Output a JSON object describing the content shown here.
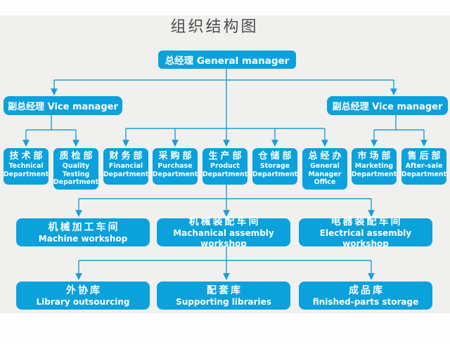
{
  "title": "组织结构图",
  "colors": {
    "node_fill": "#0ba1dc",
    "connector": "#1b9dd9",
    "title_text": "#4d4d4d",
    "node_text": "#ffffff",
    "background": "#f0f0ee"
  },
  "nodes": {
    "general_manager": {
      "label": "总经理 General manager"
    },
    "vice_manager_left": {
      "label": "副总经理 Vice manager"
    },
    "vice_manager_right": {
      "label": "副总经理 Vice manager"
    },
    "departments": [
      {
        "zh": "技术部",
        "en": "Technical Department"
      },
      {
        "zh": "质检部",
        "en": "Quality Testing Department"
      },
      {
        "zh": "财务部",
        "en": "Financial Department"
      },
      {
        "zh": "采购部",
        "en": "Purchase Department"
      },
      {
        "zh": "生产部",
        "en": "Product Department"
      },
      {
        "zh": "仓储部",
        "en": "Storage Department"
      },
      {
        "zh": "总经办",
        "en": "General Manager Office"
      },
      {
        "zh": "市场部",
        "en": "Marketing Department"
      },
      {
        "zh": "售后部",
        "en": "After-sale Department"
      }
    ],
    "workshops": [
      {
        "zh": "机械加工车间",
        "en": "Machine workshop"
      },
      {
        "zh": "机械装配车间",
        "en": "Machanical assembly workshop"
      },
      {
        "zh": "电器装配车间",
        "en": "Electrical assembly workshop"
      }
    ],
    "storages": [
      {
        "zh": "外协库",
        "en": "Library outsourcing"
      },
      {
        "zh": "配套库",
        "en": "Supporting libraries"
      },
      {
        "zh": "成品库",
        "en": "finished-parts storage"
      }
    ]
  }
}
